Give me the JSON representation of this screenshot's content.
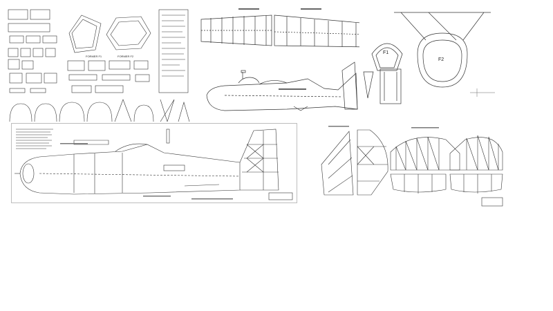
{
  "palette": {
    "background": "#ffffff",
    "ink": "#333333",
    "light_ink": "#888888",
    "frame": "#bdbdbd"
  },
  "sheets": {
    "parts": {
      "label_a": "FORMER F1",
      "label_b": "FORMER F2"
    },
    "fuselage_top": {
      "label": ""
    },
    "side_view": {
      "label": ""
    },
    "formers": {
      "label_f1": "F1",
      "label_f2": "F2"
    },
    "tail_wing": {
      "label": ""
    }
  }
}
